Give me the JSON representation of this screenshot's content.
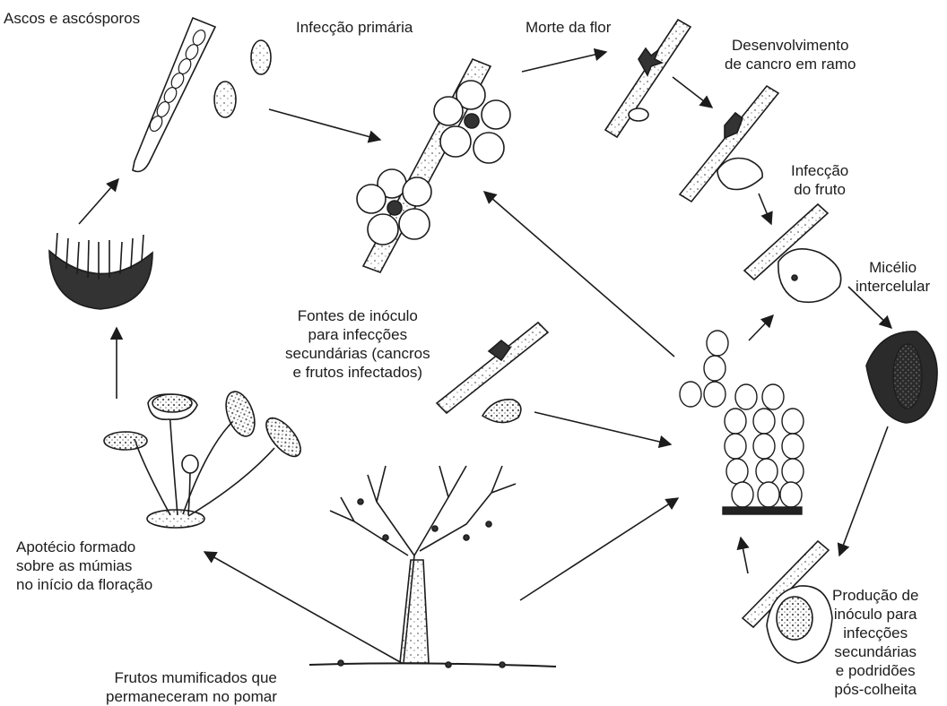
{
  "labels": {
    "asci": [
      "Ascos e ascósporos"
    ],
    "primary": [
      "Infecção primária"
    ],
    "flower_death": [
      "Morte da flor"
    ],
    "canker": [
      "Desenvolvimento",
      "de cancro em ramo"
    ],
    "fruit_inf": [
      "Infecção",
      "do fruto"
    ],
    "mycelium": [
      "Micélio",
      "intercelular"
    ],
    "sources": [
      "Fontes de inóculo",
      "para infecções",
      "secundárias (cancros",
      "e frutos infectados)"
    ],
    "apothecia": [
      "Apotécio formado",
      "sobre as múmias",
      "no início da floração"
    ],
    "mummies": [
      "Frutos mumificados que",
      "permaneceram no pomar"
    ],
    "production": [
      "Produção de",
      "inóculo para",
      "infecções",
      "secundárias",
      "e podridões",
      "pós-colheita"
    ]
  },
  "colors": {
    "ink": "#1c1c1c",
    "paper": "#ffffff",
    "shade": "#555555"
  }
}
